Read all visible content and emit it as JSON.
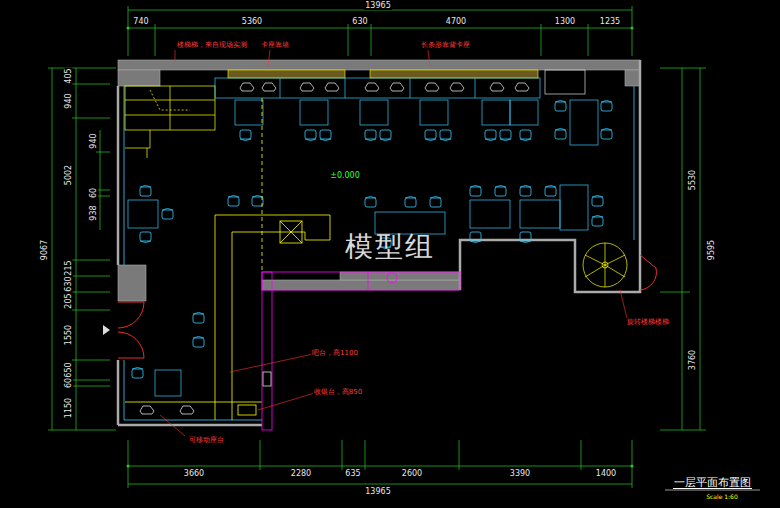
{
  "diagram": {
    "title": "一层平面布置图",
    "caption": "Scale 1:60",
    "labels": [
      "13965",
      "740",
      "5360",
      "630",
      "4700",
      "1300",
      "1235",
      "9067",
      "405",
      "940",
      "940",
      "5002",
      "60",
      "938",
      "215",
      "630",
      "205",
      "1550",
      "650",
      "60",
      "1150",
      "5530",
      "9595",
      "3760",
      "3660",
      "2280",
      "635",
      "2600",
      "3390",
      "1400",
      "13965",
      "楼梯梯，来自现场实测",
      "卡座靠墙",
      "长条形靠背卡座",
      "吧台，高1100",
      "收银台，高850",
      "旋转楼梯楼梯",
      "可移动座台",
      "±0.000",
      "模型组"
    ]
  }
}
